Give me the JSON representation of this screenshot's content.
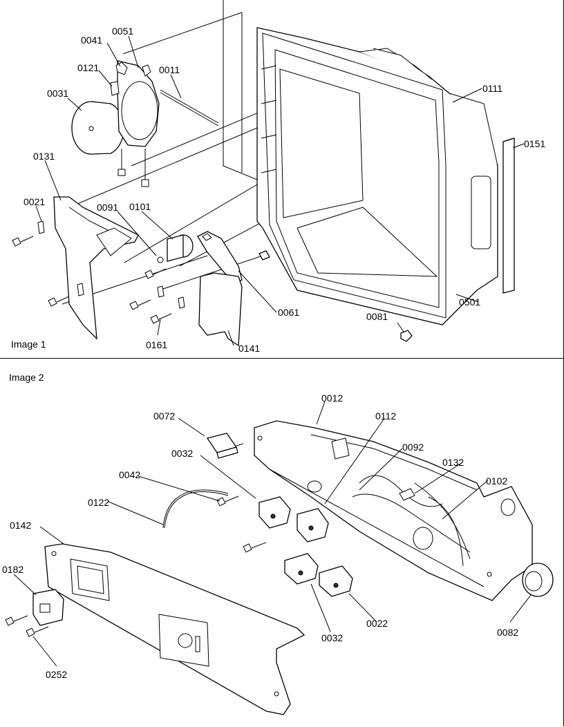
{
  "image1": {
    "caption": "Image 1",
    "labels": {
      "p0041": "0041",
      "p0051": "0051",
      "p0121": "0121",
      "p0011": "0011",
      "p0031": "0031",
      "p0111": "0111",
      "p0151": "0151",
      "p0131": "0131",
      "p0021": "0021",
      "p0091": "0091",
      "p0101": "0101",
      "p0061": "0061",
      "p0501": "0501",
      "p0081": "0081",
      "p0161": "0161",
      "p0141": "0141"
    }
  },
  "image2": {
    "caption": "Image 2",
    "labels": {
      "p0012": "0012",
      "p0072": "0072",
      "p0112": "0112",
      "p0092": "0092",
      "p0032a": "0032",
      "p0132": "0132",
      "p0042": "0042",
      "p0102": "0102",
      "p0122": "0122",
      "p0142": "0142",
      "p0182": "0182",
      "p0032b": "0032",
      "p0022": "0022",
      "p0082": "0082",
      "p0252": "0252"
    }
  }
}
